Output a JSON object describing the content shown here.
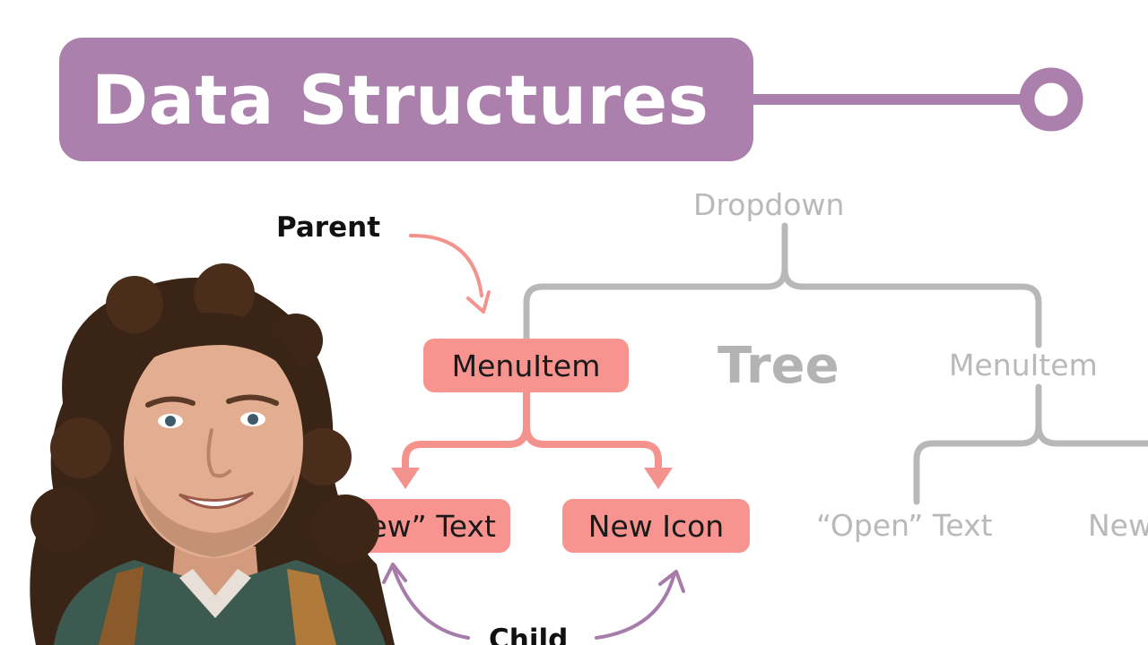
{
  "title": "Data Structures",
  "labels": {
    "parent": "Parent",
    "child": "Child",
    "tree": "Tree"
  },
  "nodes": {
    "root": "Dropdown",
    "menu_item_pink": "MenuItem",
    "menu_item_grey": "MenuItem",
    "new_text": "“New” Text",
    "new_icon": "New Icon",
    "open_text": "“Open” Text",
    "new_partial": "New"
  },
  "colors": {
    "title_pill": "#ab80ac",
    "pink_node": "#f8948f",
    "pink_line": "#f4938e",
    "grey_line": "#b8b8b8",
    "grey_text": "#b9b9b9",
    "purple_arrow": "#a77cab"
  },
  "presenter": {
    "icon": "presenter-avatar"
  }
}
